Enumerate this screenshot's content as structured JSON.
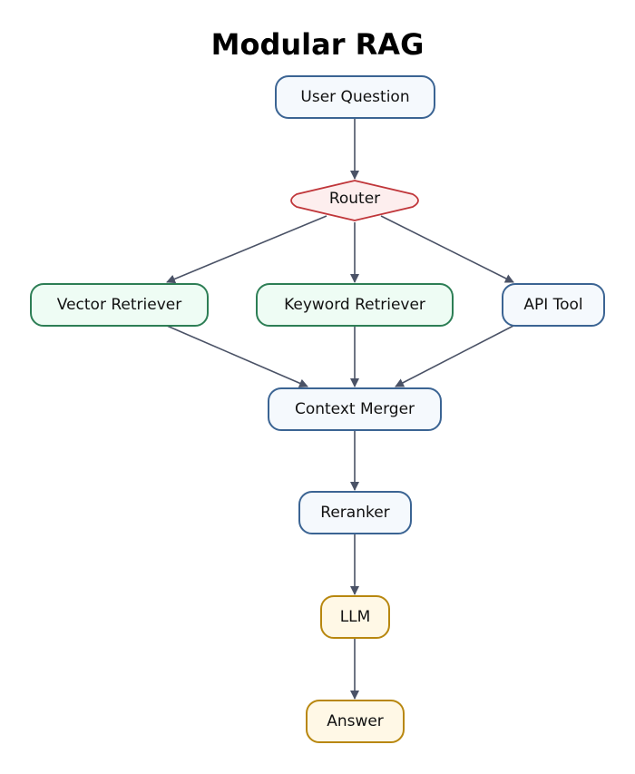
{
  "title": "Modular RAG",
  "colors": {
    "edge": "#4a5266",
    "blue_fill": "#f5f9fd",
    "blue_border": "#3b6493",
    "green_fill": "#eefcf4",
    "green_border": "#2d7e55",
    "orange_fill": "#fff8e6",
    "orange_border": "#b8870f",
    "router_fill": "#fdeeee",
    "router_border": "#c0363a"
  },
  "nodes": {
    "user_question": "User Question",
    "router": "Router",
    "vector_retriever": "Vector Retriever",
    "keyword_retriever": "Keyword Retriever",
    "api_tool": "API Tool",
    "context_merger": "Context Merger",
    "reranker": "Reranker",
    "llm": "LLM",
    "answer": "Answer"
  },
  "edges": [
    [
      "user_question",
      "router"
    ],
    [
      "router",
      "vector_retriever"
    ],
    [
      "router",
      "keyword_retriever"
    ],
    [
      "router",
      "api_tool"
    ],
    [
      "vector_retriever",
      "context_merger"
    ],
    [
      "keyword_retriever",
      "context_merger"
    ],
    [
      "api_tool",
      "context_merger"
    ],
    [
      "context_merger",
      "reranker"
    ],
    [
      "reranker",
      "llm"
    ],
    [
      "llm",
      "answer"
    ]
  ]
}
